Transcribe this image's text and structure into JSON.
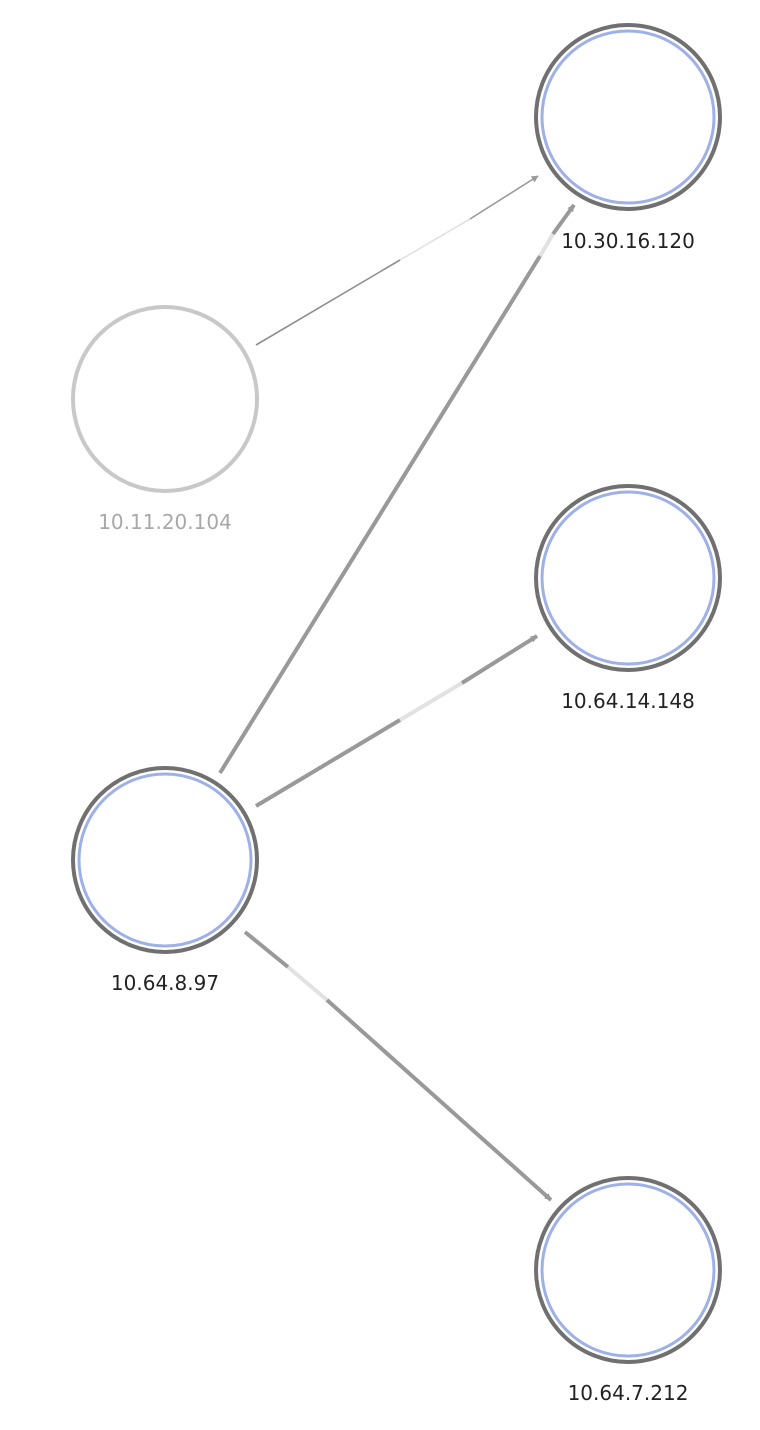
{
  "graph": {
    "colors": {
      "active_outer_ring": "#707070",
      "active_inner_ring": "#9db0e8",
      "inactive_ring": "#c8c8c8",
      "edge": "#999999",
      "edge_fade": "#e2e2e2",
      "active_label": "#222222",
      "inactive_label": "#a8a8a8"
    },
    "nodes": [
      {
        "id": "n1",
        "label": "10.30.16.120",
        "state": "active"
      },
      {
        "id": "n2",
        "label": "10.11.20.104",
        "state": "inactive"
      },
      {
        "id": "n3",
        "label": "10.64.14.148",
        "state": "active"
      },
      {
        "id": "n4",
        "label": "10.64.8.97",
        "state": "active"
      },
      {
        "id": "n5",
        "label": "10.64.7.212",
        "state": "active"
      }
    ],
    "edges": [
      {
        "id": "e1",
        "from": "10.11.20.104",
        "to": "10.30.16.120",
        "weight": "thin"
      },
      {
        "id": "e2",
        "from": "10.64.8.97",
        "to": "10.30.16.120",
        "weight": "normal"
      },
      {
        "id": "e3",
        "from": "10.64.8.97",
        "to": "10.64.14.148",
        "weight": "normal"
      },
      {
        "id": "e4",
        "from": "10.64.8.97",
        "to": "10.64.7.212",
        "weight": "normal"
      }
    ]
  }
}
